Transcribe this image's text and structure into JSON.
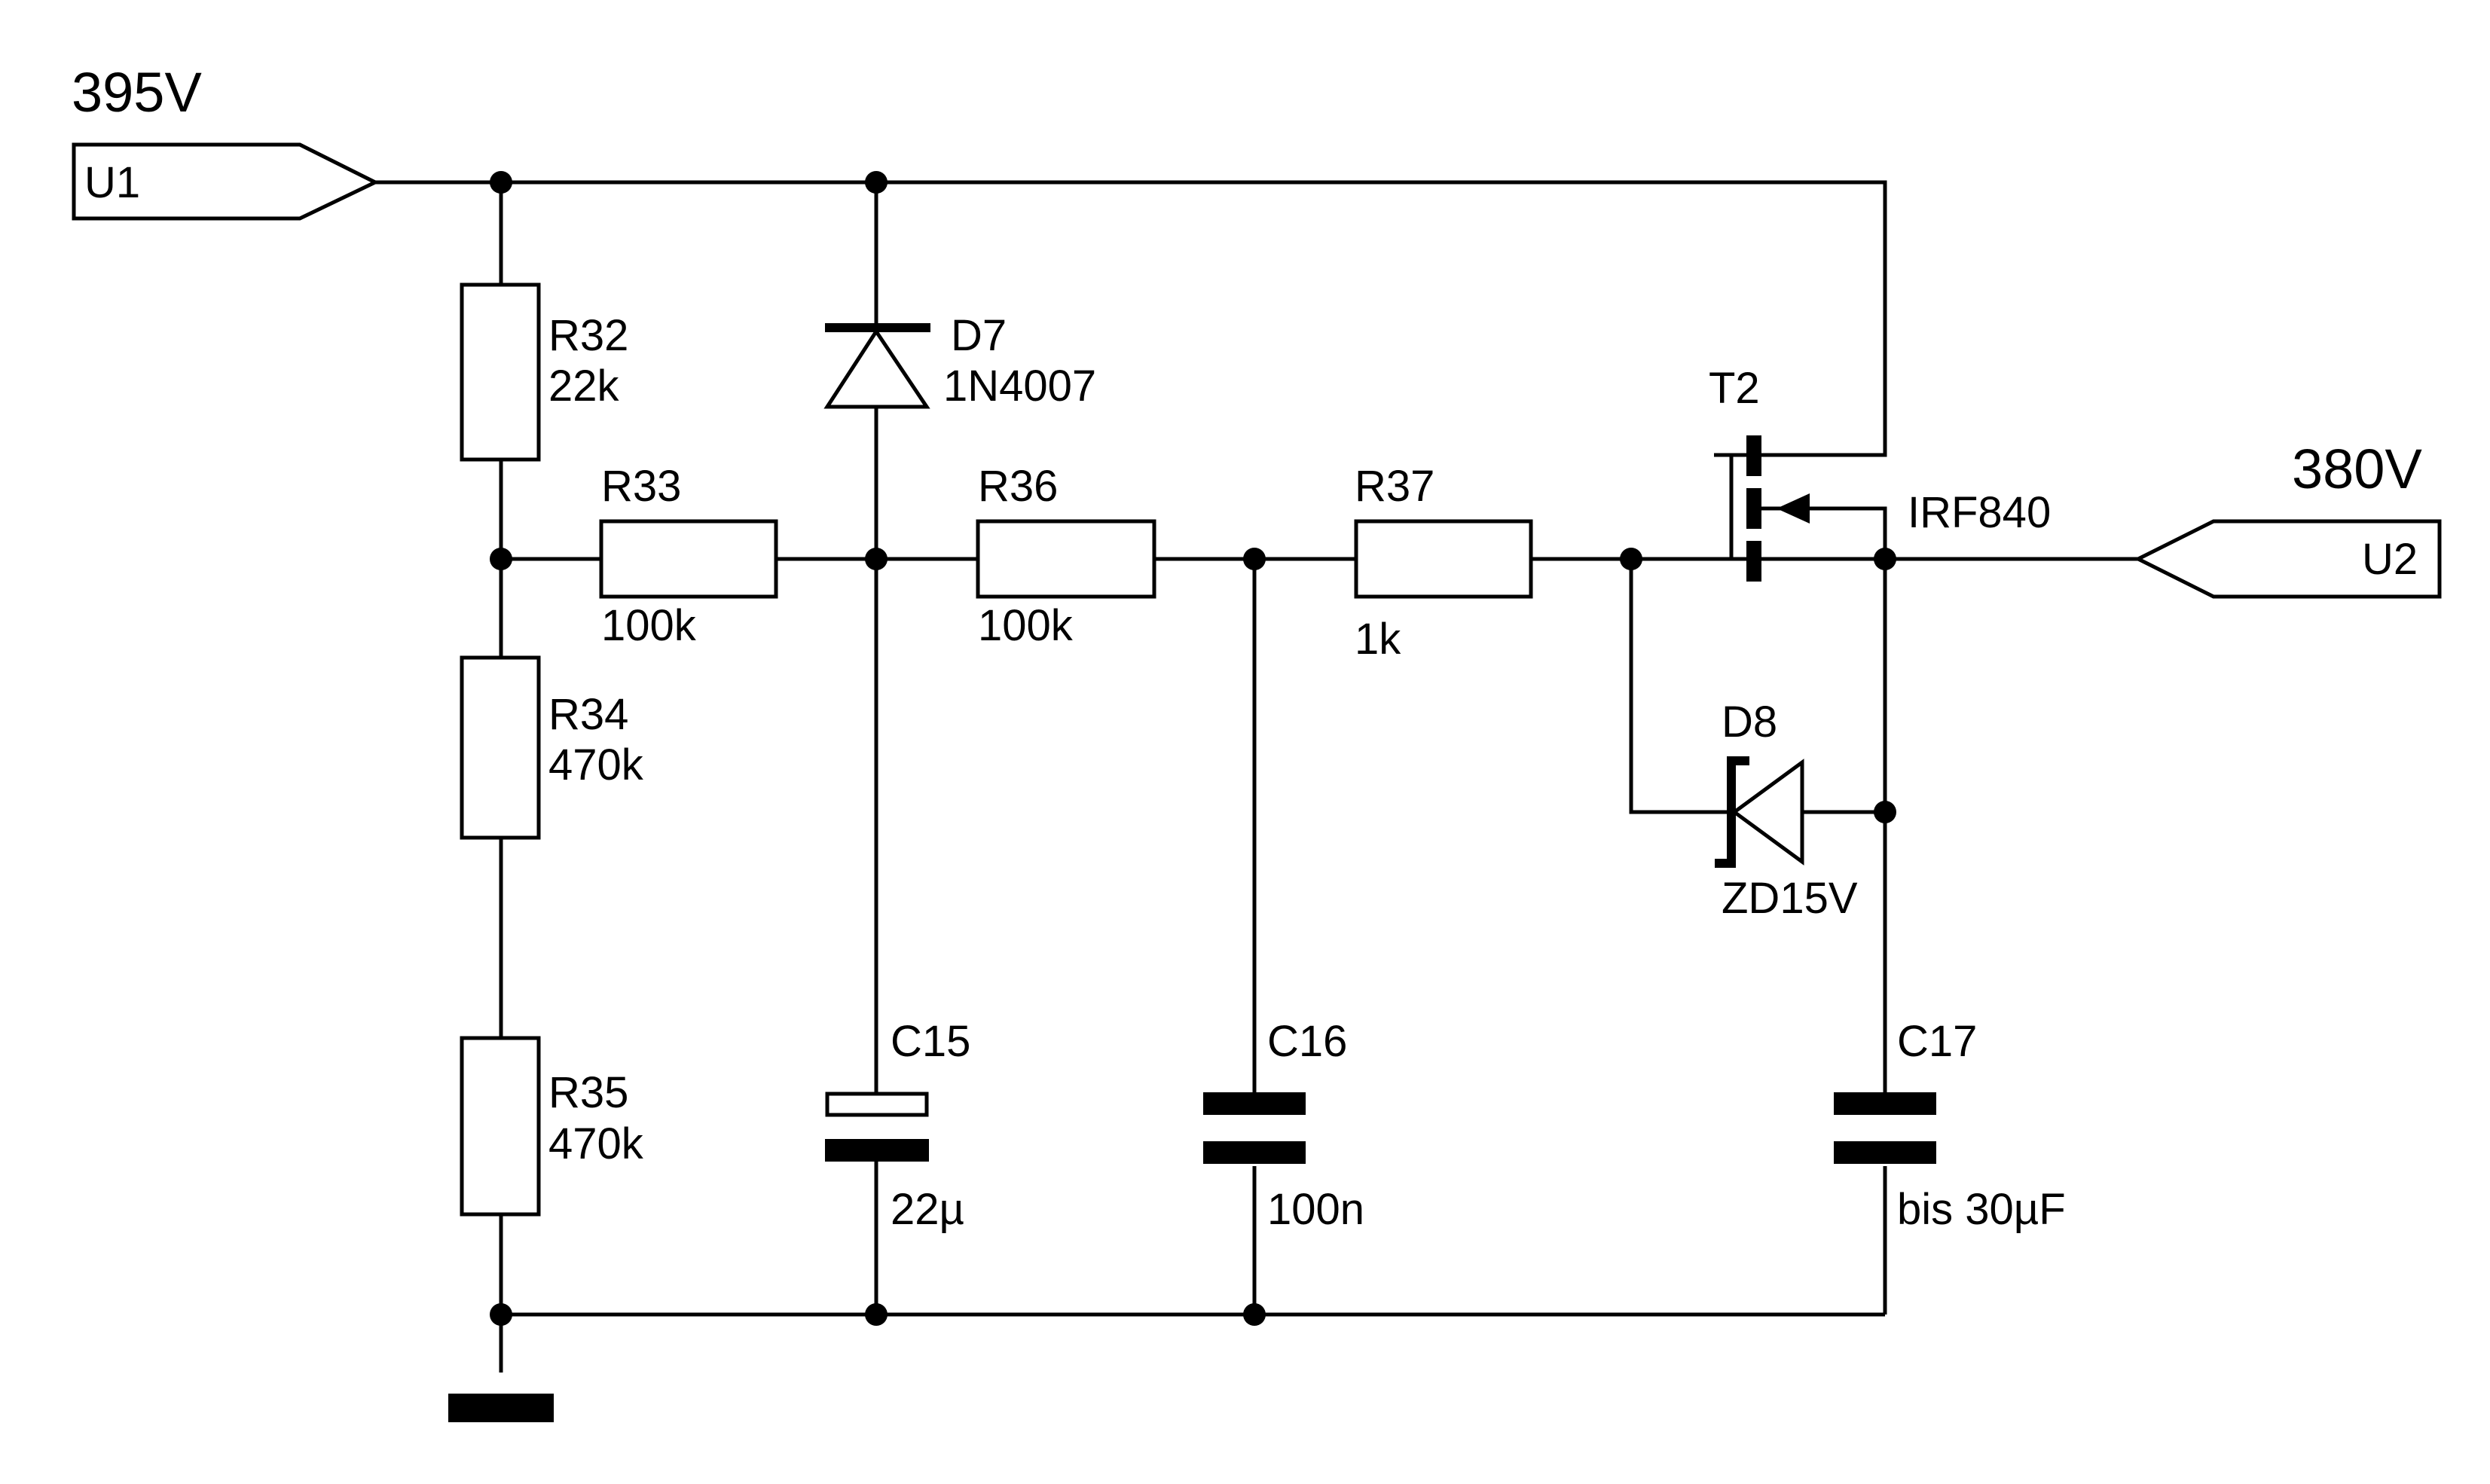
{
  "ports": {
    "u1": {
      "name": "U1",
      "voltage": "395V"
    },
    "u2": {
      "name": "U2",
      "voltage": "380V"
    }
  },
  "components": {
    "r32": {
      "ref": "R32",
      "value": "22k"
    },
    "r33": {
      "ref": "R33",
      "value": "100k"
    },
    "r34": {
      "ref": "R34",
      "value": "470k"
    },
    "r35": {
      "ref": "R35",
      "value": "470k"
    },
    "r36": {
      "ref": "R36",
      "value": "100k"
    },
    "r37": {
      "ref": "R37",
      "value": "1k"
    },
    "d7": {
      "ref": "D7",
      "value": "1N4007"
    },
    "d8": {
      "ref": "D8",
      "value": "ZD15V"
    },
    "t2": {
      "ref": "T2",
      "value": "IRF840"
    },
    "c15": {
      "ref": "C15",
      "value": "22µ"
    },
    "c16": {
      "ref": "C16",
      "value": "100n"
    },
    "c17": {
      "ref": "C17",
      "value": "bis 30µF"
    }
  },
  "colors": {
    "ink": "#000000",
    "background": "#ffffff"
  }
}
